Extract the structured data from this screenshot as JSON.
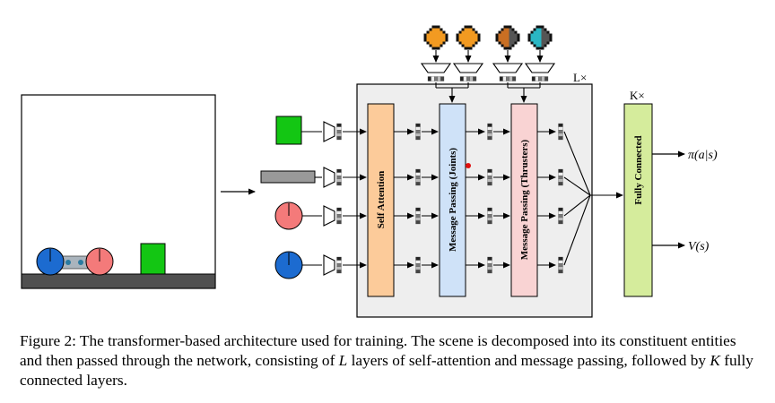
{
  "figure": {
    "layers_label": "L×",
    "fc_layers_label": "K×",
    "blocks": {
      "self_attention": "Self Attention",
      "mp_joints": "Message Passing (Joints)",
      "mp_thrusters": "Message Passing (Thrusters)",
      "fully_connected": "Fully Connected"
    },
    "outputs": {
      "policy": "π(a|s)",
      "value": "V(s)"
    },
    "colors": {
      "self_attention": "#fccb9a",
      "mp_joints": "#cfe2f8",
      "mp_thrusters": "#f9d3d3",
      "fully_connected": "#d5ec9c",
      "layer_box": "#eeeeee",
      "green_entity": "#13c613",
      "red_entity": "#f47a7a",
      "blue_entity": "#1c6bd0",
      "thruster_orange": "#f29a21",
      "thruster_cyan": "#2ab7c4",
      "bar_entity": "#999999",
      "floor": "#505050"
    }
  },
  "caption": {
    "label": "Figure 2:",
    "text_1": "The transformer-based architecture used for training. The scene is decomposed into its constituent entities and then passed through the network, consisting of",
    "var_L": "L",
    "text_2": "layers of self-attention and message passing, followed by",
    "var_K": "K",
    "text_3": "fully connected layers."
  }
}
